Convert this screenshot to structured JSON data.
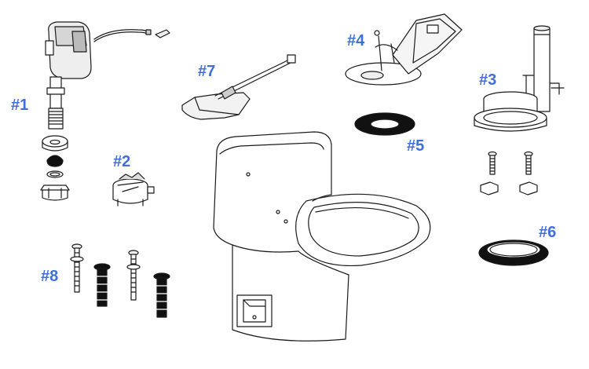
{
  "diagram": {
    "accent_color": "#3f6fd8",
    "line_color": "#1a1a1a",
    "parts": [
      {
        "label": "#1",
        "icon": "fill-valve-icon"
      },
      {
        "label": "#2",
        "icon": "valve-cap-icon"
      },
      {
        "label": "#3",
        "icon": "flush-valve-icon"
      },
      {
        "label": "#4",
        "icon": "flapper-assembly-icon"
      },
      {
        "label": "#5",
        "icon": "tank-gasket-icon"
      },
      {
        "label": "#6",
        "icon": "wax-ring-icon"
      },
      {
        "label": "#7",
        "icon": "trip-lever-icon"
      },
      {
        "label": "#8",
        "icon": "bolt-kit-icon"
      }
    ]
  }
}
